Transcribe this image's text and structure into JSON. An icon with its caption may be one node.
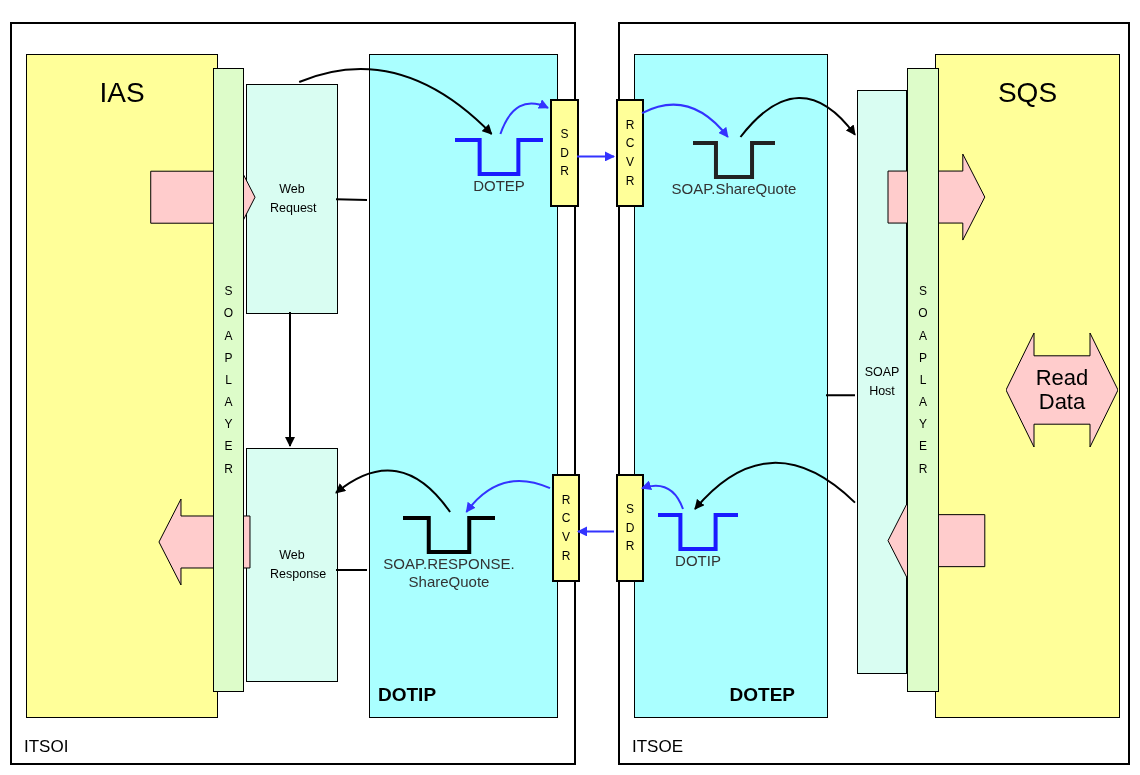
{
  "diagram": {
    "nodes": [
      {
        "text": [
          "ITSOI"
        ]
      },
      {
        "text": [
          "ITSOE"
        ]
      },
      {
        "text": [
          "IAS"
        ],
        "in": 0
      },
      {
        "text": [
          "SOAP LAYER"
        ],
        "in": 0
      },
      {
        "text": [
          "Web Request"
        ],
        "in": 0
      },
      {
        "text": [
          "Web Response"
        ],
        "in": 0
      },
      {
        "text": [
          "DOTIP"
        ],
        "in": 0
      },
      {
        "text": [
          "DOTEP"
        ],
        "in": 6
      },
      {
        "text": [
          "SOAP.RESPONSE. ShareQuote"
        ],
        "in": 6
      },
      {
        "text": [
          "SDR"
        ],
        "in": 0
      },
      {
        "text": [
          "RCVR"
        ],
        "in": 0
      },
      {
        "text": [
          "RCVR"
        ],
        "in": 1
      },
      {
        "text": [
          "SDR"
        ],
        "in": 1
      },
      {
        "text": [
          "DOTEP"
        ],
        "in": 1
      },
      {
        "text": [
          "SOAP.ShareQuote"
        ],
        "in": 13
      },
      {
        "text": [
          "DOTIP"
        ],
        "in": 13
      },
      {
        "text": [
          "SOAP Host"
        ],
        "in": 1
      },
      {
        "text": [
          "SOAP LAYER"
        ],
        "in": 1
      },
      {
        "text": [
          "SQS"
        ],
        "in": 1
      },
      {
        "text": [
          "Read Data"
        ],
        "in": 18
      }
    ],
    "edges": [
      {
        "from": 4,
        "to": 7,
        "arrow": "to"
      },
      {
        "from": 7,
        "to": 9,
        "arrow": "to",
        "color": "#3333ff"
      },
      {
        "from": 9,
        "to": 11,
        "arrow": "to",
        "color": "#3333ff"
      },
      {
        "from": 11,
        "to": 14,
        "arrow": "to",
        "color": "#3333ff"
      },
      {
        "from": 14,
        "to": 16,
        "arrow": "to"
      },
      {
        "from": 16,
        "to": 15,
        "arrow": "to"
      },
      {
        "from": 15,
        "to": 12,
        "arrow": "to",
        "color": "#3333ff"
      },
      {
        "from": 12,
        "to": 10,
        "arrow": "to",
        "color": "#3333ff"
      },
      {
        "from": 10,
        "to": 8,
        "arrow": "to",
        "color": "#3333ff"
      },
      {
        "from": 8,
        "to": 5,
        "arrow": "to"
      },
      {
        "from": 4,
        "to": 5,
        "arrow": "to"
      },
      {
        "from": 4,
        "to": 6,
        "arrow": "none"
      },
      {
        "from": 5,
        "to": 6,
        "arrow": "none"
      },
      {
        "from": 16,
        "to": 13,
        "arrow": "none"
      },
      {
        "from": 2,
        "to": 4,
        "arrow": "to",
        "style": "thick",
        "color": "#ffcccc"
      },
      {
        "from": 5,
        "to": 2,
        "arrow": "to",
        "style": "thick",
        "color": "#ffcccc"
      },
      {
        "from": 16,
        "to": 18,
        "arrow": "to",
        "style": "thick",
        "color": "#ffcccc"
      },
      {
        "from": 18,
        "to": 16,
        "arrow": "to",
        "style": "thick",
        "color": "#ffcccc"
      }
    ]
  }
}
